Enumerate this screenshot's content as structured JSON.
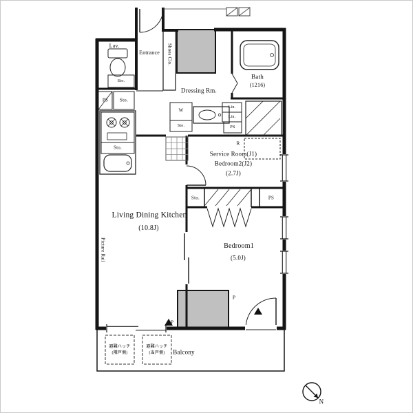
{
  "floorplan": {
    "rooms": {
      "lav": "Lav.",
      "entrance": "Entrance",
      "shoes_closet": "Shoes Clo.",
      "bath": "Bath",
      "bath_size": "(1216)",
      "dressing_room": "Dressing Rm.",
      "service_room": "Service Room(J1)",
      "bedroom2": "Bedroom2(J2)",
      "service_room_size": "(2.7J)",
      "living_dining_kitchen": "Living Dining Kitchen",
      "ldk_size": "(10.8J)",
      "bedroom1": "Bedroom1",
      "bedroom1_size": "(5.0J)",
      "balcony": "Balcony"
    },
    "features": {
      "picture_rail": "Picture Rail",
      "pipe_space": "PS",
      "storage": "Sto.",
      "linen": "Lin.",
      "washer": "W",
      "refrigerator": "R",
      "pillar": "P",
      "north": "N",
      "hatch_label": "避難ハッチ",
      "hatch1_sub": "(隣戸側)",
      "hatch2_sub": "(当戸側)"
    },
    "colors": {
      "wall": "#151515",
      "pillar_fill": "#c0c0c0"
    }
  }
}
